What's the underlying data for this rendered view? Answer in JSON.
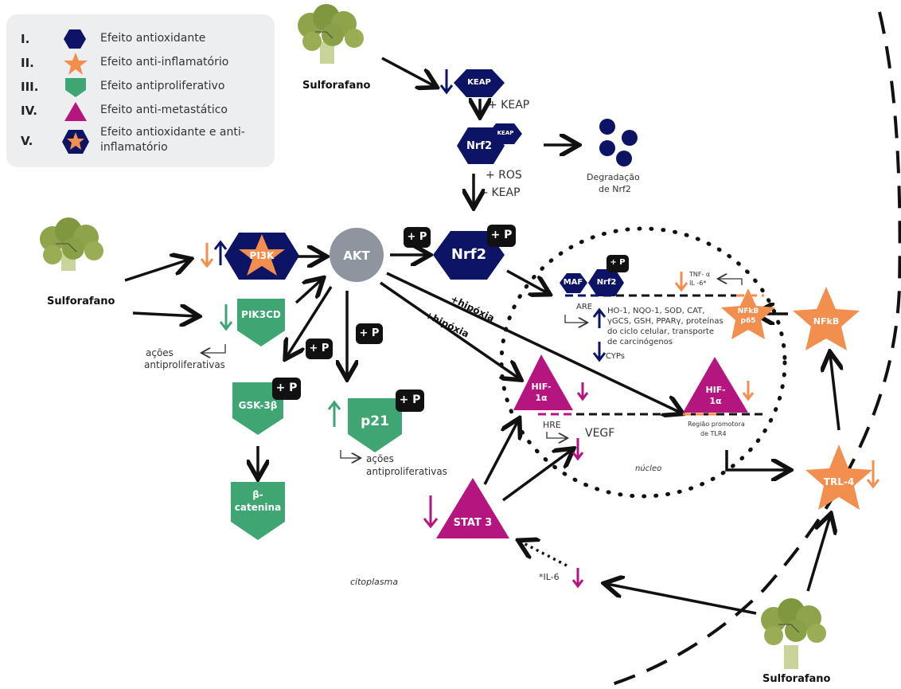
{
  "legend": {
    "items": [
      {
        "num": "I.",
        "text": "Efeito antioxidante"
      },
      {
        "num": "II.",
        "text": "Efeito anti-inflamatório"
      },
      {
        "num": "III.",
        "text": "Efeito antiproliferativo"
      },
      {
        "num": "IV.",
        "text": "Efeito anti-metastático"
      },
      {
        "num": "V.",
        "text": "Efeito antioxidante e anti-inflamatório"
      }
    ]
  },
  "colors": {
    "navy": "#0d1466",
    "orange": "#f28e4e",
    "green": "#3fa572",
    "magenta": "#b5157e",
    "gray": "#8e959e"
  },
  "sources": {
    "top": "Sulforafano",
    "left": "Sulforafano",
    "bottom": "Sulforafano"
  },
  "nodes": {
    "keap": "KEAP",
    "nrf2_keap_main": "Nrf2",
    "nrf2_keap_sub": "KEAP",
    "pi3k": "PI3K",
    "akt": "AKT",
    "nrf2": "Nrf2",
    "maf": "MAF",
    "nrf2_small": "Nrf2",
    "pik3cd": "PIK3CD",
    "gsk3b": "GSK-3β",
    "beta_catenina_1": "β-",
    "beta_catenina_2": "catenina",
    "p21": "p21",
    "nfkb_p65_1": "NFkB",
    "nfkb_p65_2": "p65",
    "nfkb": "NFkB",
    "hif1a_left_1": "HIF-",
    "hif1a_left_2": "1α",
    "hif1a_right_1": "HIF-",
    "hif1a_right_2": "1α",
    "stat3": "STAT 3",
    "trl4": "TRL-4"
  },
  "phospho": "+ P",
  "labels": {
    "plus_keap": "+ KEAP",
    "plus_ros": "+ ROS",
    "minus_keap": "- KEAP",
    "degradacao_1": "Degradação",
    "degradacao_2": "de Nrf2",
    "acoes_1a": "ações",
    "acoes_1b": "antiproliferativas",
    "acoes_2a": "ações",
    "acoes_2b": "antiproliferativas",
    "hipoxia_1": "+hipóxia",
    "hipoxia_2": "+hipóxia",
    "are": "ARE",
    "genes_1": "HO-1, NQO-1, SOD, CAT,",
    "genes_2": "γGCS,  GSH, PPARγ, proteínas",
    "genes_3": "do ciclo celular, transporte",
    "genes_4": "de carcinógenos",
    "cyps": "CYPs",
    "tnf_1": "TNF- α",
    "tnf_2": "IL -6*",
    "hre": "HRE",
    "vegf": "VEGF",
    "tlr4_region_1": "Região promotora",
    "tlr4_region_2": "de TLR4",
    "nucleo": "núcleo",
    "citoplasma": "citoplasma",
    "il6": "*IL-6"
  }
}
